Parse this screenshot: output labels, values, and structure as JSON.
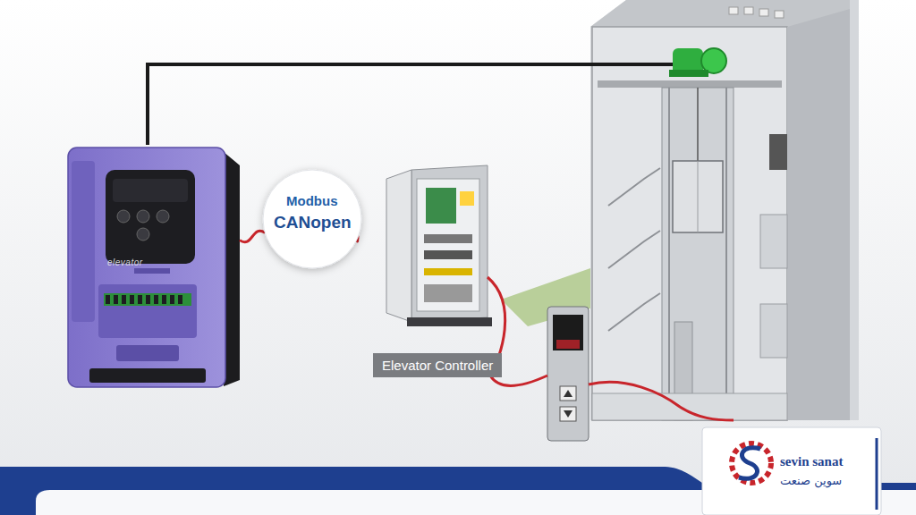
{
  "diagram": {
    "nodes": [
      {
        "text": [
          "elevator"
        ]
      },
      {
        "text": [
          "Modbus",
          "CANopen"
        ]
      },
      {
        "text": [
          "Elevator Controller"
        ]
      }
    ],
    "edges": [
      {
        "from": 0,
        "to": 1,
        "arrow": "none"
      },
      {
        "from": 1,
        "to": 2,
        "arrow": "none"
      }
    ],
    "labels": [
      "sevin sanat",
      "سوین صنعت"
    ]
  }
}
